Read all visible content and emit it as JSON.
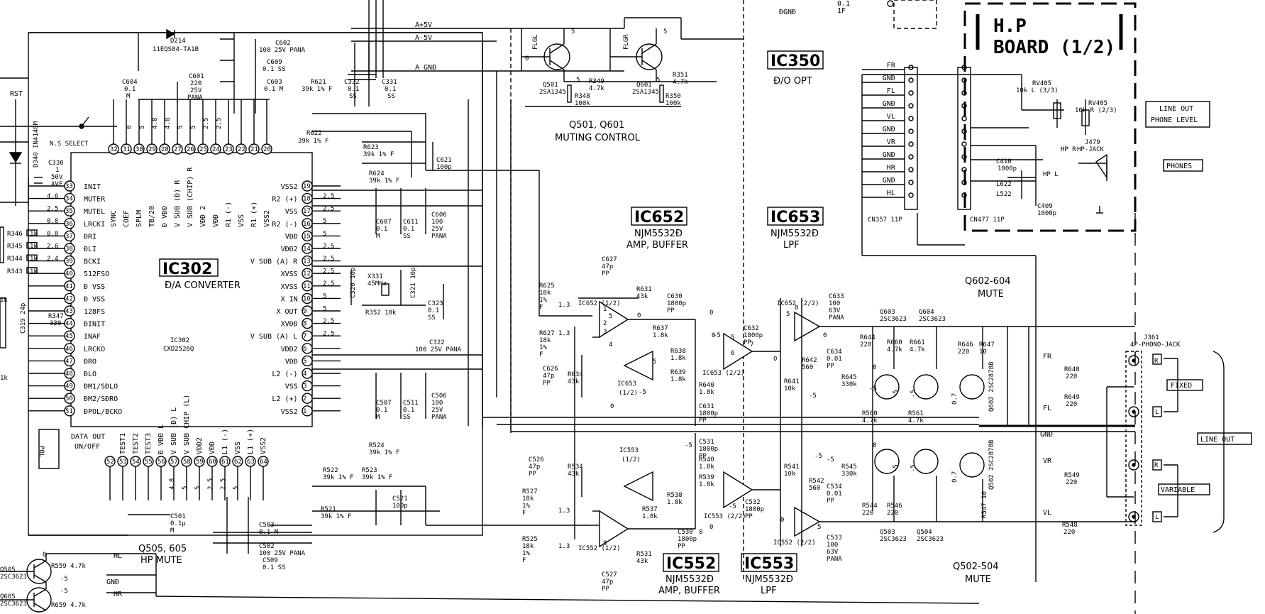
{
  "ic302": {
    "ref": "IC302",
    "func": "Đ/A CONVERTER",
    "part_ref": "IC302",
    "part_no": "CXD2526Q",
    "left_pins": [
      {
        "n": "33",
        "name": "INIT"
      },
      {
        "n": "34",
        "name": "MUTER"
      },
      {
        "n": "35",
        "name": "MUTEL"
      },
      {
        "n": "36",
        "name": "LRCKI"
      },
      {
        "n": "37",
        "name": "ĐRI"
      },
      {
        "n": "38",
        "name": "ĐLI"
      },
      {
        "n": "39",
        "name": "BCKI"
      },
      {
        "n": "40",
        "name": "512FSO"
      },
      {
        "n": "41",
        "name": "Đ VSS"
      },
      {
        "n": "42",
        "name": "Đ VSS"
      },
      {
        "n": "43",
        "name": "128FS"
      },
      {
        "n": "44",
        "name": "ĐINIT"
      },
      {
        "n": "45",
        "name": "INAF"
      },
      {
        "n": "46",
        "name": "LRCKO"
      },
      {
        "n": "47",
        "name": "ĐRO"
      },
      {
        "n": "48",
        "name": "ĐLO"
      },
      {
        "n": "49",
        "name": "ĐM1/SĐLO"
      },
      {
        "n": "50",
        "name": "ĐM2/SĐRO"
      },
      {
        "n": "51",
        "name": "ĐPOL/BCKO"
      }
    ],
    "right_pins": [
      {
        "n": "19",
        "name": "VSS2"
      },
      {
        "n": "18",
        "name": "R2 (+)"
      },
      {
        "n": "17",
        "name": "VSS"
      },
      {
        "n": "16",
        "name": "R2 (-)"
      },
      {
        "n": "15",
        "name": "VĐĐ"
      },
      {
        "n": "14",
        "name": "VĐĐ2"
      },
      {
        "n": "13",
        "name": "V SUB (A) R"
      },
      {
        "n": "12",
        "name": "XVSS"
      },
      {
        "n": "11",
        "name": "XVSS"
      },
      {
        "n": "10",
        "name": "X IN"
      },
      {
        "n": "9",
        "name": "X OUT"
      },
      {
        "n": "8",
        "name": "XVĐĐ"
      },
      {
        "n": "7",
        "name": "V SUB (A) L"
      },
      {
        "n": "6",
        "name": "VĐĐ2"
      },
      {
        "n": "5",
        "name": "VĐĐ"
      },
      {
        "n": "4",
        "name": "L2 (-)"
      },
      {
        "n": "3",
        "name": "VSS"
      },
      {
        "n": "2",
        "name": "L2 (+)"
      },
      {
        "n": "1",
        "name": "VSS2"
      }
    ],
    "top_pins": [
      {
        "n": "32",
        "name": "SYNC"
      },
      {
        "n": "31",
        "name": "COEF"
      },
      {
        "n": "30",
        "name": "SPLM"
      },
      {
        "n": "29",
        "name": "TB/20"
      },
      {
        "n": "28",
        "name": "Đ VĐĐ"
      },
      {
        "n": "27",
        "name": "V SUB (Đ) R"
      },
      {
        "n": "26",
        "name": "V SUB (CHIP) R"
      },
      {
        "n": "25",
        "name": "VĐĐ 2"
      },
      {
        "n": "24",
        "name": "VĐĐ"
      },
      {
        "n": "23",
        "name": "R1 (-)"
      },
      {
        "n": "22",
        "name": "VSS"
      },
      {
        "n": "21",
        "name": "R1 (+)"
      },
      {
        "n": "20",
        "name": "VSS2"
      }
    ],
    "bottom_pins": [
      {
        "n": "52",
        "name": "DATA OUT ON/OFF"
      },
      {
        "n": "53",
        "name": "TEST1"
      },
      {
        "n": "54",
        "name": "TEST2"
      },
      {
        "n": "55",
        "name": "TEST3"
      },
      {
        "n": "56",
        "name": "Đ VĐĐ L"
      },
      {
        "n": "57",
        "name": "V SUB (Đ) L"
      },
      {
        "n": "58",
        "name": "V SUB CHIP (L)"
      },
      {
        "n": "59",
        "name": "VĐĐ2"
      },
      {
        "n": "60",
        "name": "VĐĐ"
      },
      {
        "n": "61",
        "name": "L1 (-)"
      },
      {
        "n": "62",
        "name": "VSS"
      },
      {
        "n": "63",
        "name": "L1 (+)"
      },
      {
        "n": "64",
        "name": "VSS2"
      }
    ]
  },
  "left_voltages": [
    "4.6",
    "2.5",
    "0.8",
    "0.8",
    "2.6",
    "2.4"
  ],
  "top_voltages": [
    "0",
    "5",
    "4.8",
    "4.8",
    "5",
    "5",
    "2.5",
    "2.5"
  ],
  "right_voltages": [
    "2.5",
    "2.5",
    "5",
    "5",
    "2.5",
    "2.5",
    "2.5",
    "2.5",
    "5",
    "5",
    "2.5",
    "2.5"
  ],
  "bottom_voltages": [
    "4.8",
    "5",
    "5",
    "2.5",
    "2.5",
    "5"
  ],
  "rails": {
    "a5": "A+5V",
    "am5": "A-5V",
    "agnd": "A GNĐ",
    "dgnd": "ĐGNĐ"
  },
  "left_parts": {
    "rst": "RST",
    "ns_select": "N.S SELECT",
    "diode": "D340 IN4148M",
    "c330": [
      "C330",
      "1",
      "50V",
      "AVF"
    ],
    "res_labels": [
      "R346",
      "R345",
      "R344",
      "R343"
    ],
    "res_values": [
      "1k",
      "1k",
      "1k",
      "1k"
    ],
    "r347": [
      "R347",
      "330"
    ],
    "c319": "C319 24p",
    "r_1k_a": "1k",
    "r_1k_b": "1k",
    "pol": "POL"
  },
  "top_caps": {
    "d214": [
      "D214",
      "11EQS04-TA1B"
    ],
    "c602": "C602",
    "c602v": "100 25V PANA",
    "c609": [
      "C609",
      "0.1 SS"
    ],
    "c601": [
      "C601",
      "220",
      "25V",
      "PANA"
    ],
    "c604": [
      "C604",
      "0.1",
      "M"
    ],
    "c603": [
      "C603",
      "0.1 M"
    ],
    "r621": [
      "R621",
      "39k 1% F"
    ],
    "r622": [
      "R622",
      "39k 1% F"
    ],
    "c332": [
      "C332",
      "0.1",
      "SS"
    ],
    "c331": [
      "C331",
      "0.1",
      "SS"
    ],
    "c0_1_1f": [
      "0.1",
      "1F"
    ]
  },
  "muting": {
    "q501": [
      "Q501",
      "2SA1345"
    ],
    "q601": [
      "Q601",
      "2SA1345"
    ],
    "r349": [
      "R349",
      "4.7k"
    ],
    "r351": [
      "R351",
      "4.7k"
    ],
    "r348": [
      "R348",
      "100k"
    ],
    "r350": [
      "R350",
      "100k"
    ],
    "flgl": "FLGL",
    "flgr": "FLGR",
    "title1": "Q501, Q601",
    "title2": "MUTING CONTROL",
    "v0": "0",
    "v5a": "5",
    "v5b": "5",
    "v5c": "5",
    "v5d": "5"
  },
  "mid_parts": {
    "r623": [
      "R623",
      "39k 1% F"
    ],
    "r624": [
      "R624",
      "39k 1% F"
    ],
    "c621": [
      "C621",
      "100p"
    ],
    "c607": [
      "C607",
      "0.1",
      "M"
    ],
    "c611": [
      "C611",
      "0.1",
      "SS"
    ],
    "c606": [
      "C606",
      "100",
      "25V",
      "PANA"
    ],
    "c320": "C320 10p",
    "x331": [
      "X331",
      "45MHz"
    ],
    "c321": "C321 10p",
    "r352": "R352 10k",
    "c323": [
      "C323",
      "0.1",
      "SS"
    ],
    "c322": "C322",
    "c322v": "100 25V PANA",
    "c507": [
      "C507",
      "0.1",
      "M"
    ],
    "c511": [
      "C511",
      "0.1",
      "SS"
    ],
    "c506": [
      "C506",
      "100",
      "25V",
      "PANA"
    ],
    "r524": [
      "R524",
      "39k 1% F"
    ],
    "r523": [
      "R523",
      "39k 1% F"
    ],
    "c521": [
      "C521",
      "100p"
    ],
    "r522": [
      "R522",
      "39k 1% F"
    ],
    "r521": [
      "R521",
      "39k 1% F"
    ],
    "c503": [
      "C503",
      "0.1 M"
    ],
    "c502": [
      "C502",
      "100 25V PANA"
    ],
    "c509": [
      "C509",
      "0.1 SS"
    ],
    "c501": [
      "C501",
      "0.1μ",
      "M"
    ]
  },
  "hp_mute": {
    "title1": "Q505, 605",
    "title2": "HP MUTE",
    "q505": [
      "Q505",
      "2SC3623"
    ],
    "q605": [
      "Q605",
      "2SC3623"
    ],
    "r559": "R559 4.7k",
    "r659": "R659 4.7k",
    "hl": "HL",
    "gnd": "GNĐ",
    "hr": "HR",
    "v0": "0",
    "v_5a": "-5",
    "v_5b": "-5"
  },
  "ic_labels": {
    "ic652": "IC652",
    "ic652_p": "NJM5532Đ",
    "ic652_f": "AMP, BUFFER",
    "ic653": "IC653",
    "ic653_p": "NJM5532Đ",
    "ic653_f": "LPF",
    "ic552": "IC552",
    "ic552_p": "NJM5532Đ",
    "ic552_f": "AMP, BUFFER",
    "ic553": "IC553",
    "ic553_p": "NJM5532Đ",
    "ic553_f": "LPF",
    "ic350": "IC350",
    "ic350_f": "Đ/O OPT"
  },
  "opamps": {
    "ic652_1": "IC652 (1/2)",
    "ic653_1": [
      "IC653",
      "(1/2)"
    ],
    "ic653_2": "IC653 (2/2)",
    "ic652_2": "IC652 (2/2)",
    "ic553_1": [
      "IC553",
      "(1/2)"
    ],
    "ic553_2": "IC553 (2/2)",
    "ic552_1": "IC552 (1/2)",
    "ic552_2": "IC552 (2/2)"
  },
  "filter_parts": {
    "c627": [
      "C627",
      "47p",
      "PP"
    ],
    "r625": [
      "R625",
      "18k",
      "1%",
      "F"
    ],
    "r627": [
      "R627",
      "18k",
      "1%",
      "F"
    ],
    "r631": [
      "R631",
      "43k"
    ],
    "c630": [
      "C630",
      "1800p",
      "PP"
    ],
    "r637": [
      "R637",
      "1.8k"
    ],
    "r638": [
      "R638",
      "1.8k"
    ],
    "r639": [
      "R639",
      "1.8k"
    ],
    "r640": [
      "R640",
      "1.8k"
    ],
    "c631": [
      "C631",
      "1800p",
      "PP"
    ],
    "c632": [
      "C632",
      "1800p",
      "PP"
    ],
    "c626": [
      "C626",
      "47p",
      "PP"
    ],
    "r634": [
      "R634",
      "43k"
    ],
    "c633": [
      "C633",
      "100",
      "63V",
      "PANA"
    ],
    "c634": [
      "C634",
      "0.01",
      "PP"
    ],
    "r642": [
      "R642",
      "560"
    ],
    "r641": [
      "R641",
      "10k"
    ],
    "c526": [
      "C526",
      "47p",
      "PP"
    ],
    "r534": [
      "R534",
      "43k"
    ],
    "c531": [
      "C531",
      "1800p",
      "PP"
    ],
    "r540": [
      "R540",
      "1.8k"
    ],
    "r539": [
      "R539",
      "1.8k"
    ],
    "r538": [
      "R538",
      "1.8k"
    ],
    "r537": [
      "R537",
      "1.8k"
    ],
    "c532": [
      "C532",
      "1800p",
      "PP"
    ],
    "c530": [
      "C530",
      "1800p",
      "PP"
    ],
    "r527": [
      "R527",
      "18k",
      "1%",
      "F"
    ],
    "r525": [
      "R525",
      "18k",
      "1%",
      "F"
    ],
    "r531": [
      "R531",
      "43k"
    ],
    "c527": [
      "C527",
      "47p",
      "PP"
    ],
    "r541": [
      "R541",
      "10k"
    ],
    "r542": [
      "R542",
      "560"
    ],
    "c534": [
      "C534",
      "0.01",
      "PP"
    ],
    "c533": [
      "C533",
      "100",
      "63V",
      "PANA"
    ],
    "v13a": "1.3",
    "v13b": "1.3",
    "v13c": "1.3",
    "v13d": "1.3",
    "v0s": [
      "0",
      "0",
      "0",
      "0",
      "0",
      "0",
      "0",
      "0",
      "0",
      "0"
    ],
    "v_5s": [
      "-5",
      "-5",
      "-5",
      "-5",
      "-5"
    ],
    "v5s": [
      "5",
      "5",
      "5",
      "5",
      "-5"
    ],
    "pins": [
      "1",
      "2",
      "3",
      "4",
      "5",
      "6",
      "7",
      "8"
    ]
  },
  "mute": {
    "title": "Q602-604",
    "title2": "MUTE",
    "title_b": "Q502-504",
    "title_b2": "MUTE",
    "q603": [
      "Q603",
      "2SC3623"
    ],
    "q604": [
      "Q604",
      "2SC3623"
    ],
    "q602": "Q602 2SC2878B",
    "q502": "Q502 2SC2878B",
    "q503": [
      "Q503",
      "2SC3623"
    ],
    "q504": [
      "Q504",
      "2SC3623"
    ],
    "r644": [
      "R644",
      "220"
    ],
    "r660": [
      "R660",
      "4.7k"
    ],
    "r661": [
      "R661",
      "4.7k"
    ],
    "r646": [
      "R646",
      "220"
    ],
    "r647": [
      "R647",
      "10"
    ],
    "r645": [
      "R645",
      "330k"
    ],
    "r560": [
      "R560",
      "4.7k"
    ],
    "r561": [
      "R561",
      "4.7k"
    ],
    "r545": [
      "R545",
      "330k"
    ],
    "r544": [
      "R544",
      "220"
    ],
    "r546": [
      "R546",
      "220"
    ],
    "r547": "R547 10",
    "v07a": "0.7",
    "v07b": "0.7",
    "v_5a": "-5",
    "v_5b": "-5",
    "v_5c": "-5",
    "v_5d": "-5",
    "v0a": "0",
    "v0b": "0",
    "v_5e": "-5",
    "v_5f": "-5"
  },
  "output": {
    "r648": [
      "R648",
      "220"
    ],
    "r649": [
      "R649",
      "220"
    ],
    "r549": [
      "R549",
      "220"
    ],
    "r548": [
      "R548",
      "220"
    ],
    "fr": "FR",
    "fl": "FL",
    "gnd": "GNĐ",
    "vr": "VR",
    "vl": "VL",
    "j361": [
      "J361",
      "4P-PHONO-JACK"
    ],
    "r": "R",
    "l": "L",
    "fixed": "FIXED",
    "variable": "VARIABLE",
    "line_out": "LINE OUT"
  },
  "hp_board": {
    "title1": "H.P",
    "title2": "BOARD (1/2)",
    "cn357_pins": [
      "FR",
      "GNĐ",
      "FL",
      "GNĐ",
      "VL",
      "GNĐ",
      "VR",
      "GNĐ",
      "HR",
      "GNĐ",
      "HL"
    ],
    "cn357": "CN357 11P",
    "cn477": "CN477 11P",
    "rv405a": [
      "RV405",
      "10k L (3/3)"
    ],
    "rv405b": [
      "RV405",
      "10k R (2/3)"
    ],
    "j479": [
      "J479",
      "HP-JACK"
    ],
    "hpr": "HP R",
    "hpl": "HP L",
    "c410": [
      "C410",
      "1000p"
    ],
    "l622": "L622",
    "l522": "L522",
    "c409": [
      "C409",
      "1000p"
    ],
    "line_out_phone": [
      "LINE OUT",
      "PHONE LEVEL"
    ],
    "phones": "PHONES"
  },
  "top_misc": {
    "c_top": "0.1"
  }
}
